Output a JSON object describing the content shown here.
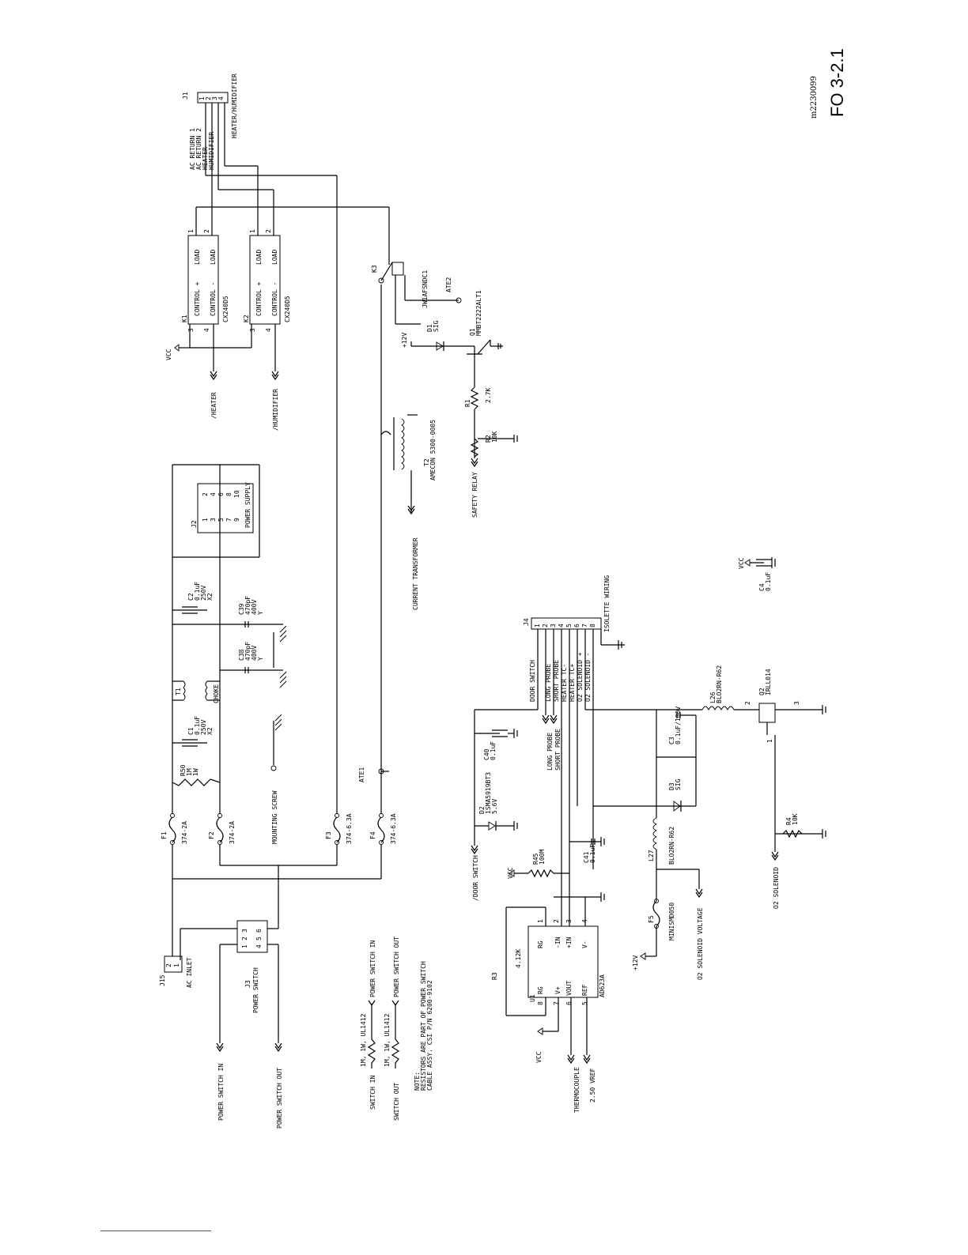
{
  "figure": {
    "ref_code": "m2230099",
    "fo_number": "FO 3-2.1"
  },
  "connectors": {
    "j1": {
      "ref": "J1",
      "title": "HEATER/HUMIDIFIER",
      "pins": [
        "1",
        "2",
        "3",
        "4"
      ],
      "lines": [
        "AC RETURN 1",
        "AC RETURN 2",
        "HEATER",
        "HUMIDIFIER"
      ]
    },
    "j15": {
      "ref": "J15",
      "title": "AC INLET",
      "pins": [
        "2",
        "1"
      ]
    },
    "j3": {
      "ref": "J3",
      "title": "POWER SWITCH",
      "pins": [
        "1",
        "2",
        "3",
        "4",
        "5",
        "6"
      ]
    },
    "j2": {
      "ref": "J2",
      "title": "POWER SUPPLY",
      "pins": [
        "1",
        "2",
        "3",
        "4",
        "5",
        "6",
        "7",
        "8",
        "9",
        "10"
      ]
    },
    "j4": {
      "ref": "J4",
      "title": "ISOLETTE WIRING",
      "pins": [
        "1",
        "2",
        "3",
        "4",
        "5",
        "6",
        "7",
        "8"
      ],
      "lines": [
        "DOOR SWITCH",
        "LONG PROBE",
        "SHORT PROBE",
        "HEATER TC-",
        "HEATER TC+",
        "O2 SOLENOID +",
        "O2 SOLENOID -"
      ]
    }
  },
  "relays": [
    {
      "ref": "K1",
      "part": "CX240D5",
      "control_plus": "CONTROL +",
      "control_minus": "CONTROL -",
      "load_plus": "LOAD",
      "load_minus": "LOAD",
      "pins": [
        "3",
        "4",
        "1",
        "2"
      ],
      "net": "/HEATER"
    },
    {
      "ref": "K2",
      "part": "CX240D5",
      "control_plus": "CONTROL +",
      "control_minus": "CONTROL -",
      "load_plus": "LOAD",
      "load_minus": "LOAD",
      "pins": [
        "3",
        "4",
        "1",
        "2"
      ],
      "net": "/HUMIDIFIER"
    }
  ],
  "k3": {
    "ref": "K3",
    "part": "JW1AFSNDC1"
  },
  "ate": [
    "ATE1",
    "ATE2"
  ],
  "nets": {
    "vcc": "VCC",
    "p12v": "+12V",
    "heater": "/HEATER",
    "humidifier": "/HUMIDIFIER",
    "safety_relay": "SAFETY RELAY",
    "current_transformer": "CURRENT TRANSFORMER",
    "power_switch_in": "POWER SWITCH IN",
    "power_switch_out": "POWER SWITCH OUT",
    "switch_in": "SWITCH IN",
    "switch_out": "SWITCH OUT",
    "mounting_screw": "MOUNTING SCREW",
    "door_switch": "/DOOR SWITCH",
    "long_probe": "LONG PROBE",
    "short_probe": "SHORT PROBE",
    "thermocouple": "THERMOCOUPLE",
    "vref": "2.50 VREF",
    "o2_solenoid": "O2 SOLENOID",
    "o2_solenoid_voltage": "O2 SOLENOID VOLTAGE"
  },
  "transformer_t2": {
    "ref": "T2",
    "part": "AMECON 5300-0005"
  },
  "choke_t1": {
    "ref": "T1",
    "label": "CHOKE"
  },
  "q1": {
    "ref": "Q1",
    "part": "MMBT2222ALT1"
  },
  "q2": {
    "ref": "Q2",
    "part": "IRLL014",
    "pins": [
      "1",
      "2",
      "3"
    ]
  },
  "d1": {
    "ref": "D1",
    "part": "SIG"
  },
  "d2": {
    "ref": "D2",
    "part": "1SMA5919BT3",
    "value": "5.6V"
  },
  "d3": {
    "ref": "D3",
    "part": "SIG"
  },
  "r1": {
    "ref": "R1",
    "value": "2.7K"
  },
  "r2": {
    "ref": "R2",
    "value": "10K"
  },
  "r3": {
    "ref": "R3",
    "value": "4.12K"
  },
  "r4": {
    "ref": "R4",
    "value": "10K"
  },
  "r45": {
    "ref": "R45",
    "value": "100M"
  },
  "r50": {
    "ref": "R50",
    "value": "1M",
    "power": "1W"
  },
  "c1": {
    "ref": "C1",
    "value": "0.1uF",
    "voltage": "250V",
    "class": "X2"
  },
  "c2": {
    "ref": "C2",
    "value": "0.1uF",
    "voltage": "250V",
    "class": "X2"
  },
  "c3": {
    "ref": "C3",
    "value": "0.1uF/100V"
  },
  "c4": {
    "ref": "C4",
    "value": "0.1uF"
  },
  "c38": {
    "ref": "C38",
    "value": "470pF",
    "voltage": "400V",
    "class": "Y"
  },
  "c39": {
    "ref": "C39",
    "value": "470pF",
    "voltage": "400V",
    "class": "Y"
  },
  "c40": {
    "ref": "C40",
    "value": "0.1uF"
  },
  "c41": {
    "ref": "C41",
    "value": "0.1uF"
  },
  "fuses": [
    {
      "ref": "F1",
      "value": "374-2A"
    },
    {
      "ref": "F2",
      "value": "374-2A"
    },
    {
      "ref": "F3",
      "value": "374-6.3A"
    },
    {
      "ref": "F4",
      "value": "374-6.3A"
    },
    {
      "ref": "F5",
      "value": "MINISMD050"
    }
  ],
  "inductors": [
    {
      "ref": "L26",
      "value": "BLO2RN-R62"
    },
    {
      "ref": "L27",
      "value": "BLO2RN-R62"
    }
  ],
  "u1": {
    "ref": "U1",
    "part": "AD623A",
    "pin_labels": [
      "RG",
      "-IN",
      "+IN",
      "V-",
      "RG",
      "V+",
      "VOUT",
      "REF"
    ],
    "pins": [
      "1",
      "2",
      "3",
      "4",
      "8",
      "7",
      "6",
      "5"
    ]
  },
  "note": {
    "head": "NOTE:",
    "line1": "RESISTORS ARE PART OF POWER SWITCH",
    "line2": "CABLE ASSY. CSI P/N 6200-9102",
    "switch_res": "1M, 1W, UL1412"
  }
}
